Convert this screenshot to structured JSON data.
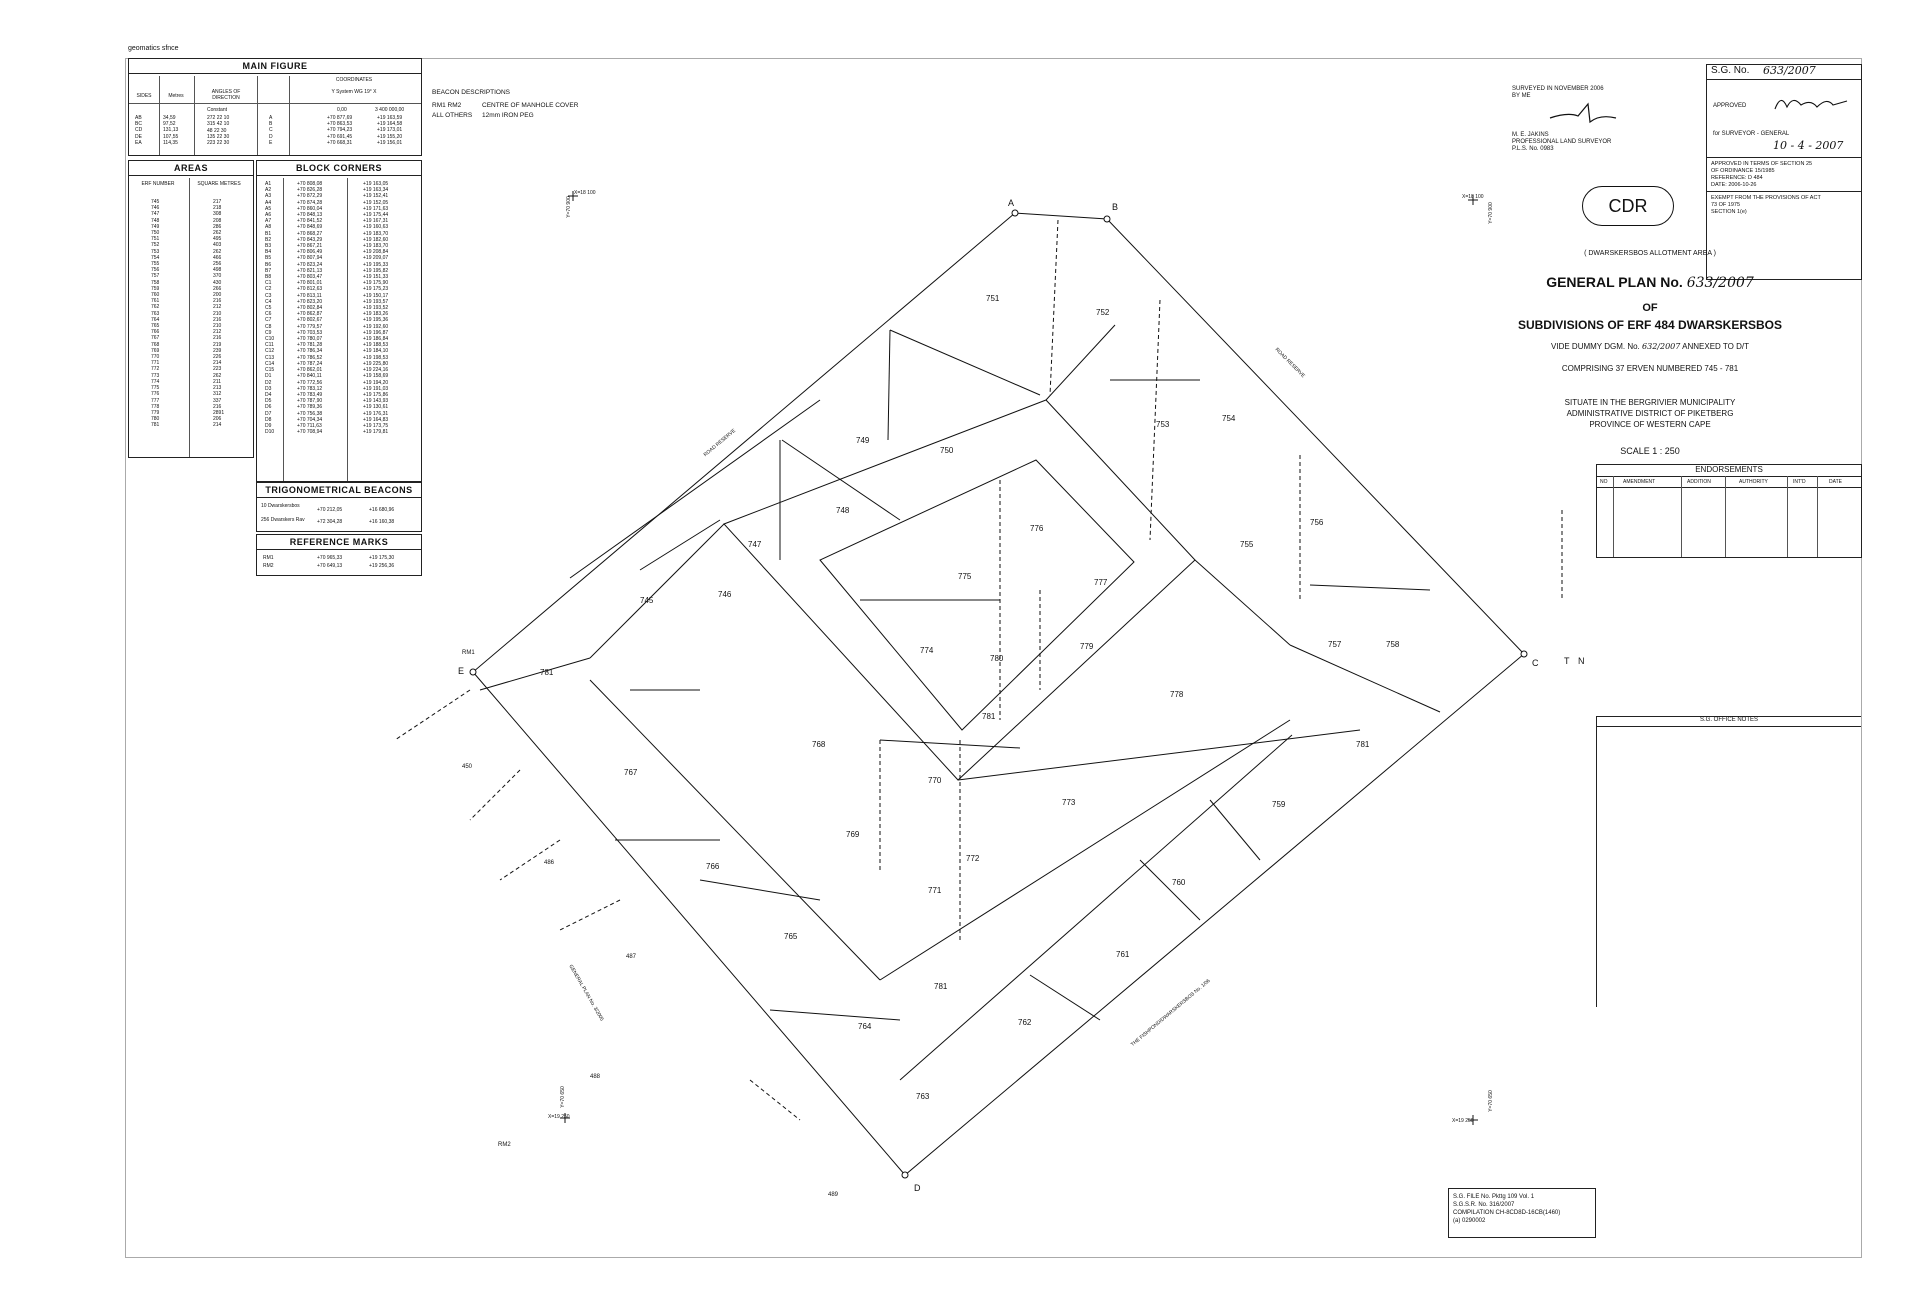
{
  "corner_label": "geomatics sfnce",
  "main_figure": {
    "title": "MAIN FIGURE",
    "coord_header": "COORDINATES",
    "coord_sub": "Y System WG 19° X",
    "headers": [
      "SIDES",
      "Metres",
      "ANGLES OF DIRECTION"
    ],
    "sides": [
      "AB",
      "BC",
      "CD",
      "DE",
      "EA"
    ],
    "metres": [
      "34,59",
      "97,52",
      "131,13",
      "107,55",
      "114,35"
    ],
    "angles": [
      "272 22 10",
      "315 42 10",
      "48 22 30",
      "135 22 30",
      "223 22 30"
    ],
    "constant": "Constant",
    "points": [
      "A",
      "B",
      "C",
      "D",
      "E"
    ],
    "y_vals": [
      "+70 877,69",
      "+70 863,53",
      "+70 794,23",
      "+70 691,45",
      "+70 668,31"
    ],
    "x_vals": [
      "+19 163,59",
      "+19 164,58",
      "+19 173,01",
      "+19 155,20",
      "+19 156,01"
    ],
    "y_head": "0,00",
    "x_head": "3 400 000,00"
  },
  "areas": {
    "title": "AREAS",
    "headers": [
      "ERF NUMBER",
      "SQUARE METRES"
    ],
    "erven": [
      "745",
      "746",
      "747",
      "748",
      "749",
      "750",
      "751",
      "752",
      "753",
      "754",
      "755",
      "756",
      "757",
      "758",
      "759",
      "760",
      "761",
      "762",
      "763",
      "764",
      "765",
      "766",
      "767",
      "768",
      "769",
      "770",
      "771",
      "772",
      "773",
      "774",
      "775",
      "776",
      "777",
      "778",
      "779",
      "780",
      "781"
    ],
    "sizes": [
      "217",
      "218",
      "308",
      "208",
      "286",
      "262",
      "495",
      "403",
      "262",
      "466",
      "256",
      "498",
      "370",
      "430",
      "266",
      "200",
      "216",
      "212",
      "210",
      "216",
      "210",
      "212",
      "216",
      "219",
      "239",
      "226",
      "214",
      "223",
      "262",
      "211",
      "213",
      "312",
      "337",
      "216",
      "2891",
      "206",
      "214"
    ]
  },
  "block_corners": {
    "title": "BLOCK CORNERS",
    "labels": [
      "A1",
      "A2",
      "A3",
      "A4",
      "A5",
      "A6",
      "A7",
      "A8",
      "B1",
      "B2",
      "B3",
      "B4",
      "B5",
      "B6",
      "B7",
      "B8",
      "C1",
      "C2",
      "C3",
      "C4",
      "C5",
      "C6",
      "C7",
      "C8",
      "C9",
      "C10",
      "C11",
      "C12",
      "C13",
      "C14",
      "C15",
      "D1",
      "D2",
      "D3",
      "D4",
      "D5",
      "D6",
      "D7",
      "D8",
      "D9",
      "D10"
    ],
    "y_vals": [
      "+70 808,08",
      "+70 826,28",
      "+70 872,29",
      "+70 874,28",
      "+70 860,04",
      "+70 848,13",
      "+70 841,52",
      "+70 848,69",
      "+70 868,27",
      "+70 843,29",
      "+70 867,21",
      "+70 806,49",
      "+70 807,94",
      "+70 823,24",
      "+70 821,13",
      "+70 803,47",
      "+70 801,01",
      "+70 812,63",
      "+70 813,11",
      "+70 823,20",
      "+70 802,84",
      "+70 862,87",
      "+70 802,67",
      "+70 779,57",
      "+70 703,53",
      "+70 780,07",
      "+70 781,28",
      "+70 786,34",
      "+70 786,52",
      "+70 787,24",
      "+70 862,01",
      "+70 840,11",
      "+70 772,56",
      "+70 783,12",
      "+70 783,49",
      "+70 787,90",
      "+70 789,36",
      "+70 756,38",
      "+70 704,34",
      "+70 711,63",
      "+70 708,94"
    ],
    "x_vals": [
      "+19 163,05",
      "+19 163,34",
      "+19 152,41",
      "+19 152,05",
      "+19 171,63",
      "+19 175,44",
      "+19 167,31",
      "+19 160,63",
      "+19 183,70",
      "+19 182,60",
      "+19 183,70",
      "+19 208,84",
      "+19 209,07",
      "+19 195,33",
      "+19 195,82",
      "+19 151,33",
      "+19 175,90",
      "+19 175,23",
      "+19 150,17",
      "+19 193,57",
      "+19 193,52",
      "+19 183,26",
      "+19 195,36",
      "+19 192,60",
      "+19 196,87",
      "+19 186,84",
      "+19 188,53",
      "+19 184,10",
      "+19 198,53",
      "+19 225,80",
      "+19 224,16",
      "+19 158,69",
      "+19 194,20",
      "+19 191,03",
      "+19 175,86",
      "+19 143,93",
      "+19 130,61",
      "+19 176,31",
      "+19 164,83",
      "+19 173,75",
      "+19 179,81"
    ]
  },
  "trig": {
    "title": "TRIGONOMETRICAL BEACONS",
    "rows": [
      {
        "name": "10  Dwarskersbos",
        "y": "+70 212,05",
        "x": "+16 680,96"
      },
      {
        "name": "256 Dwarskers Rav",
        "y": "+72 304,28",
        "x": "+16 160,38"
      }
    ]
  },
  "ref_marks": {
    "title": "REFERENCE MARKS",
    "rows": [
      {
        "name": "RM1",
        "y": "+70 965,33",
        "x": "+19 175,30"
      },
      {
        "name": "RM2",
        "y": "+70 649,13",
        "x": "+19 256,36"
      }
    ]
  },
  "beacon_desc": {
    "title": "BEACON DESCRIPTIONS",
    "rows": [
      {
        "name": "RM1 RM2",
        "desc": "CENTRE OF MANHOLE COVER"
      },
      {
        "name": "ALL OTHERS",
        "desc": "12mm IRON PEG"
      }
    ]
  },
  "surveyor": {
    "line1": "SURVEYED IN NOVEMBER 2006",
    "line2": "BY ME",
    "name": "M. E. JAKINS",
    "title": "PROFESSIONAL LAND SURVEYOR",
    "pls": "P.L.S. No. 0983"
  },
  "sg_box": {
    "sg_label": "S.G. No.",
    "sg_no": "633/2007",
    "approved": "APPROVED",
    "for_sg": "for SURVEYOR - GENERAL",
    "date_hand": "10 - 4 - 2007",
    "approved_terms": [
      "APPROVED IN TERMS OF SECTION 25",
      "OF ORDINANCE 15/1985",
      "REFERENCE: D 484",
      "DATE: 2006-10-26"
    ],
    "exempt": [
      "EXEMPT FROM THE PROVISIONS OF ACT",
      "73 OF 1975",
      "SECTION 1(e)"
    ]
  },
  "cdr": "CDR",
  "plan": {
    "area_note": "( DWARSKERSBOS ALLOTMENT AREA )",
    "title": "GENERAL PLAN No.",
    "title_no": "633/2007",
    "of": "OF",
    "subdivisions": "SUBDIVISIONS OF ERF 484 DWARSKERSBOS",
    "vide": "VIDE DUMMY DGM. No.",
    "vide_no": "632/2007",
    "annexed": "ANNEXED TO D/T",
    "comprising": "COMPRISING 37 ERVEN NUMBERED 745 - 781",
    "situate": "SITUATE IN THE BERGRIVIER MUNICIPALITY",
    "district": "ADMINISTRATIVE DISTRICT OF PIKETBERG",
    "province": "PROVINCE OF WESTERN CAPE",
    "scale": "SCALE 1 : 250"
  },
  "endorsements": {
    "title": "ENDORSEMENTS",
    "headers": [
      "NO",
      "AMENDMENT",
      "ADDITION",
      "AUTHORITY",
      "INT'D",
      "DATE"
    ],
    "office_notes": "S.G. OFFICE NOTES"
  },
  "file_box": {
    "line1": "S.G. FILE No. Pkttg 109 Vol. 1",
    "line2": "S.G.S.R. No. 316/2007",
    "line3": "COMPILATION CH-8CD8D-16CB(1460)",
    "line4": "(a) 0290002"
  },
  "grid_labels": {
    "x1": "X=18 100",
    "y1": "Y=70 900",
    "x2": "X=18 100",
    "y2": "Y=70 900",
    "x3": "X=19 250",
    "y3": "Y=70 650",
    "x4": "X=19 250",
    "y4": "Y=70 650"
  },
  "map": {
    "beacons": [
      "A",
      "B",
      "C",
      "D",
      "E"
    ],
    "erven": [
      "745",
      "746",
      "747",
      "748",
      "749",
      "750",
      "751",
      "752",
      "753",
      "754",
      "755",
      "756",
      "757",
      "758",
      "759",
      "760",
      "761",
      "762",
      "763",
      "764",
      "765",
      "766",
      "767",
      "768",
      "769",
      "770",
      "771",
      "772",
      "773",
      "774",
      "775",
      "776",
      "777",
      "778",
      "779",
      "780",
      "781",
      "781",
      "781",
      "781"
    ],
    "outside": [
      "450",
      "486",
      "487",
      "488",
      "489"
    ],
    "roads": [
      "ROAD RESERVE",
      "ROAD RESERVE"
    ],
    "adjacent": [
      "GENERAL PLAN No. 3/2005",
      "THE FISHPOND/DWARSKERSBOS No. 1/06"
    ],
    "rm_labels": [
      "RM1",
      "RM2"
    ],
    "north": "N",
    "t_label": "T"
  }
}
